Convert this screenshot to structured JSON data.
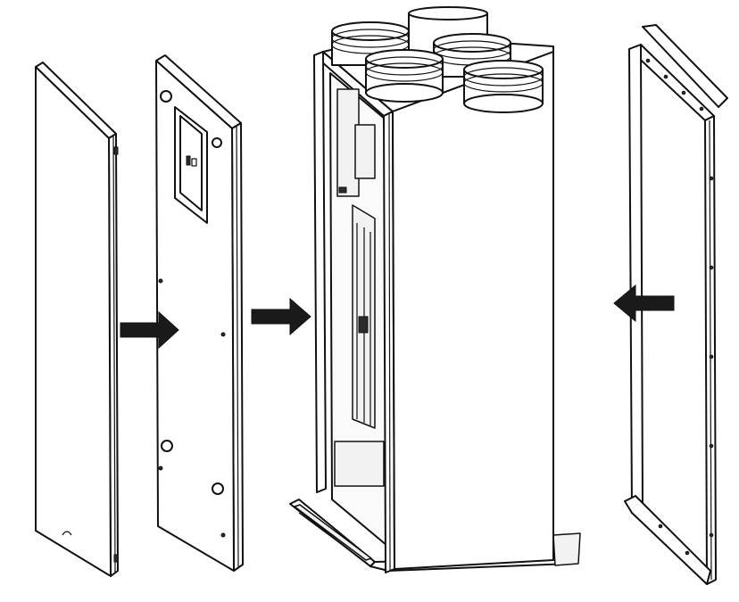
{
  "figure": {
    "kind": "exploded-assembly-illustration",
    "line_color": "#111111",
    "fill_color": "#ffffff",
    "arrow_color": "#1a1a1a",
    "parts": [
      {
        "id": "outer-front-panel"
      },
      {
        "id": "inner-front-panel"
      },
      {
        "id": "main-unit"
      },
      {
        "id": "rear-frame"
      }
    ],
    "arrows": [
      {
        "id": "arrow-1",
        "direction": "right"
      },
      {
        "id": "arrow-2",
        "direction": "right"
      },
      {
        "id": "arrow-3",
        "direction": "left"
      }
    ],
    "duct_collars": 5
  }
}
